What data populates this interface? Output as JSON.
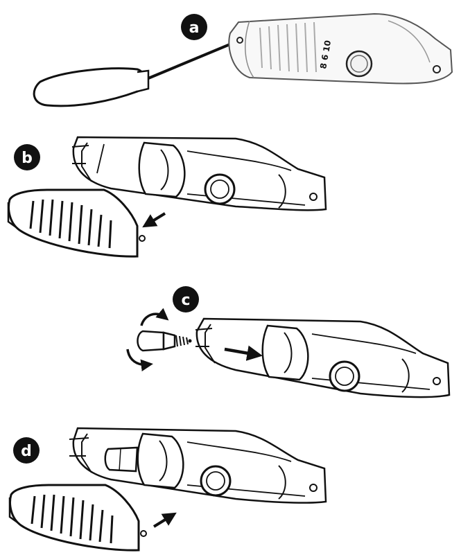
{
  "steps": [
    {
      "id": "a",
      "label": "a"
    },
    {
      "id": "b",
      "label": "b"
    },
    {
      "id": "c",
      "label": "c"
    },
    {
      "id": "d",
      "label": "d"
    }
  ],
  "device": {
    "dial_marking": "8 6 10"
  },
  "colors": {
    "ink": "#111111",
    "paper": "#ffffff",
    "shade": "#e6e6e6"
  }
}
